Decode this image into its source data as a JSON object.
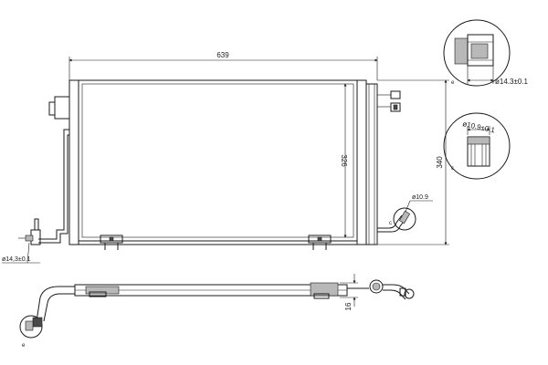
{
  "dimensions": {
    "width_label": "639",
    "height_core_label": "326",
    "height_total_label": "340",
    "thickness_label": "16"
  },
  "fittings": {
    "left_pipe_label": "ø14,3±0.1",
    "right_pipe_label": "ø10.9",
    "detail_top_label": "ø14.3±0.1",
    "detail_mid_label": "ø10.9±0.1"
  },
  "markers": {
    "e": "e",
    "c": "c"
  }
}
